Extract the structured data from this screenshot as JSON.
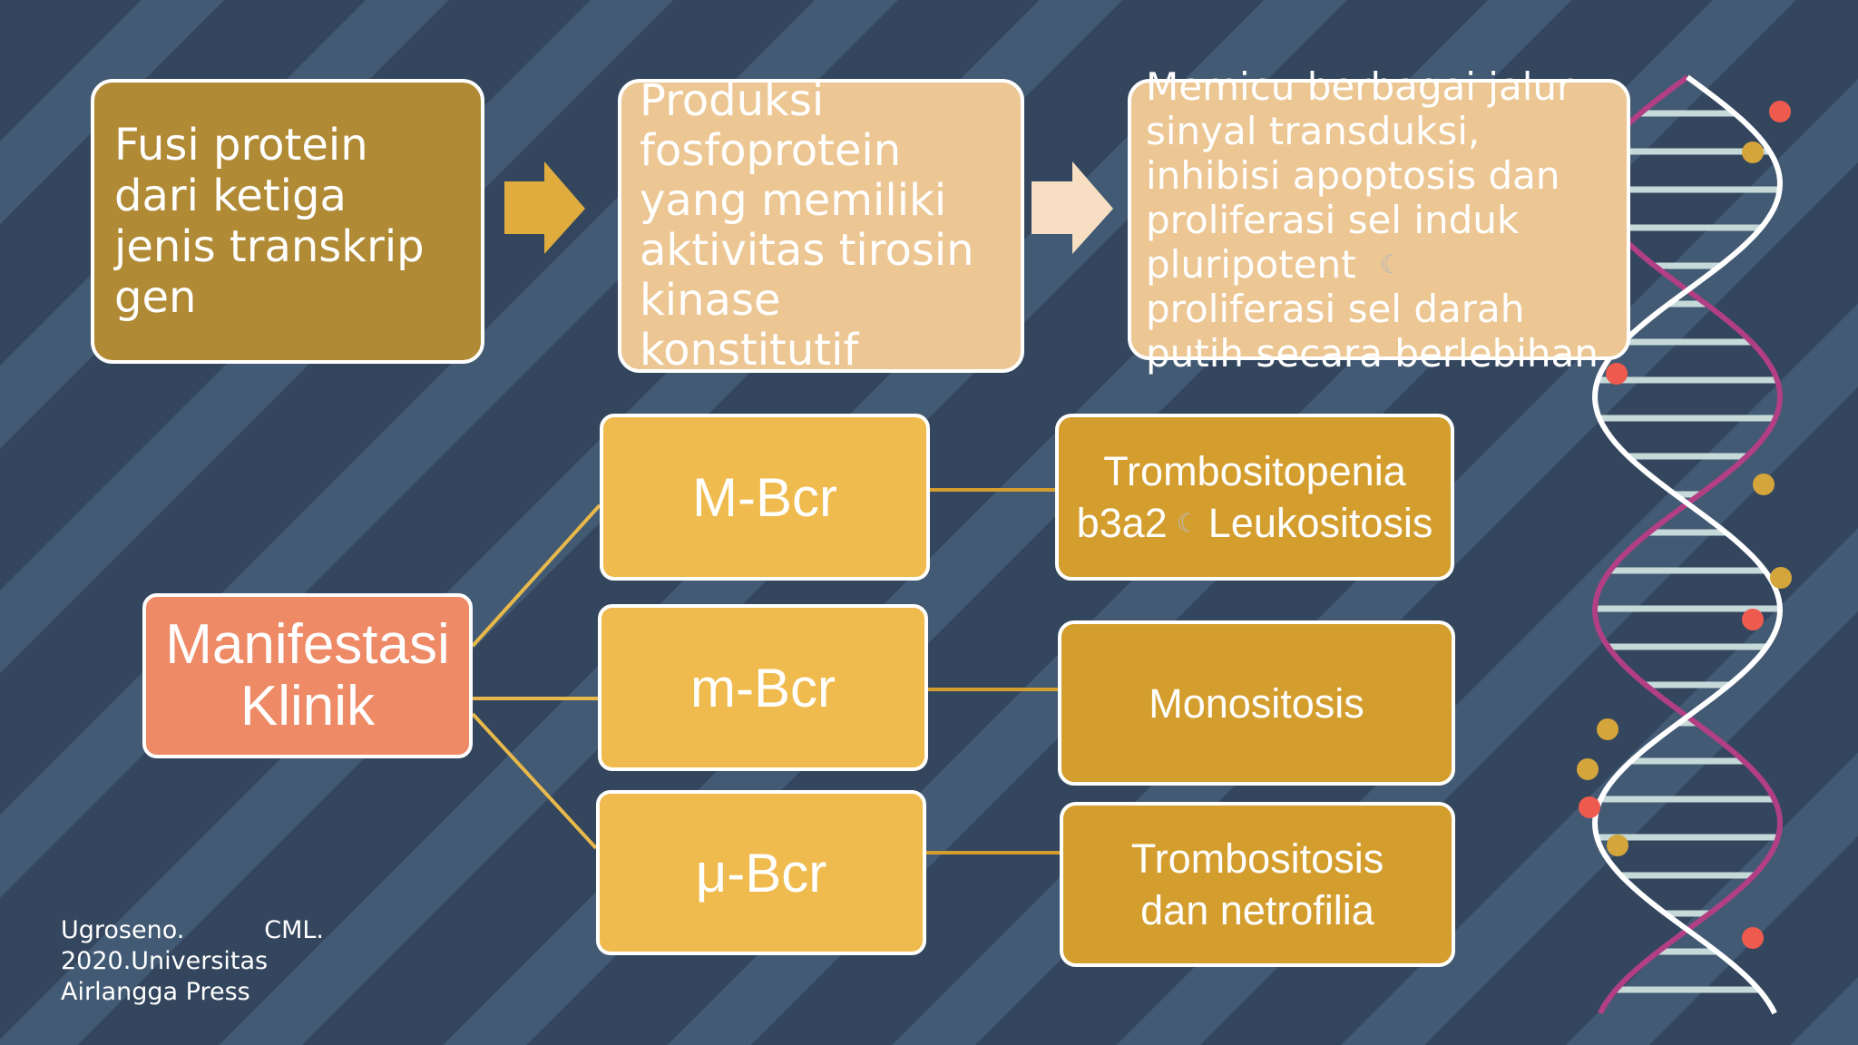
{
  "diagram": {
    "flow": {
      "step1": "Fusi protein dari ketiga jenis transkrip gen",
      "step2": "Produksi fosfoprotein yang memiliki aktivitas tirosin kinase konstitutif",
      "step3_lines": [
        "Memicu berbagai jalur",
        "sinyal transduksi,",
        "inhibisi apoptosis dan",
        "proliferasi sel induk",
        "pluripotent",
        "proliferasi sel darah",
        "putih secara berlebihan"
      ]
    },
    "root": {
      "line1": "Manifestasi",
      "line2": "Klinik"
    },
    "branches": [
      {
        "label": "M-Bcr",
        "result_line1": "Trombositopenia",
        "result_line2_prefix": "b3a2",
        "result_line2_suffix": "Leukositosis"
      },
      {
        "label": "m-Bcr",
        "result_line1": "Monositosis"
      },
      {
        "label": "μ-Bcr",
        "result_line1": "Trombositosis",
        "result_line2": "dan netrofilia"
      }
    ],
    "colors": {
      "background": "#33465e",
      "box_dark_gold": "#b08a34",
      "box_peach": "#ecc794",
      "box_yellow": "#f0bb4e",
      "box_gold": "#d49e2e",
      "box_salmon": "#ee8a66",
      "arrow1": "#e0ac3e",
      "arrow2": "#f8dfc4",
      "connector": "#e8b84a",
      "dna_strand_white": "#ffffff",
      "dna_strand_magenta": "#b23f84",
      "dna_rungs": "#c6d9d9"
    }
  },
  "citation": {
    "line1_left": "Ugroseno.",
    "line1_right": "CML.",
    "line2": "2020.Universitas",
    "line3": "Airlangga Press"
  },
  "icons": {
    "moon": "crescent-moon-icon"
  }
}
